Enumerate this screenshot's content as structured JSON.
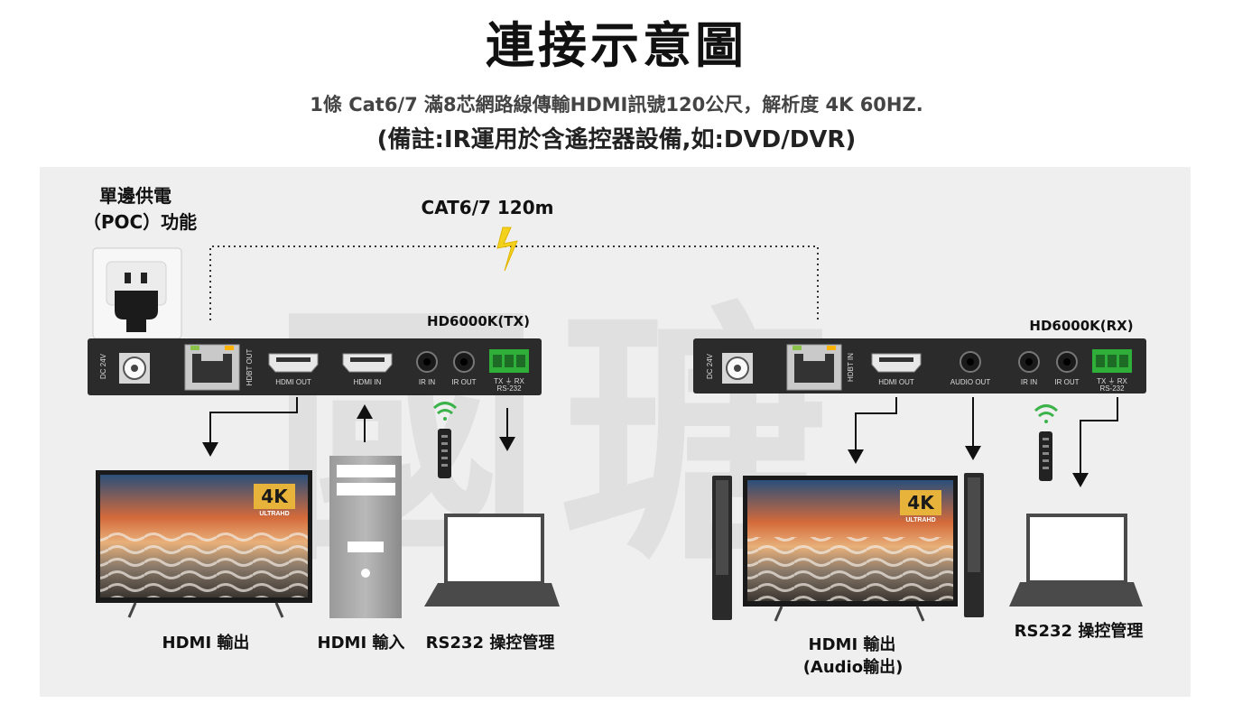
{
  "header": {
    "title": "連接示意圖",
    "subtitle_line1": "1條 Cat6/7 滿8芯網路線傳輸HDMI訊號120公尺，解析度 4K 60HZ.",
    "subtitle_line2": "(備註:IR運用於含遙控器設備,如:DVD/DVR)"
  },
  "diagram": {
    "watermark": "國瑭",
    "poc_line1": "單邊供電",
    "poc_line2": "（POC）功能",
    "cable_label": "CAT6/7 120m",
    "tx": {
      "model": "HD6000K(TX)",
      "dc": "DC 24V",
      "hdbt": "HDBT OUT",
      "hdmi_out": "HDMI OUT",
      "hdmi_in": "HDMI IN",
      "ir_in": "IR IN",
      "ir_out": "IR OUT",
      "rs_pins": "TX  ⏚  RX",
      "rs_label": "RS-232"
    },
    "rx": {
      "model": "HD6000K(RX)",
      "dc": "DC 24V",
      "hdbt": "HDBT IN",
      "hdmi_out": "HDMI OUT",
      "audio_out": "AUDIO OUT",
      "ir_in": "IR IN",
      "ir_out": "IR OUT",
      "rs_pins": "TX  ⏚  RX",
      "rs_label": "RS-232"
    },
    "tv_badge_4k": "4K",
    "tv_badge_ultra": "ULTRAHD",
    "labels": {
      "tx_hdmi_out": "HDMI 輸出",
      "tx_hdmi_in": "HDMI 輸入",
      "tx_rs232": "RS232 操控管理",
      "rx_hdmi_out": "HDMI 輸出",
      "rx_audio": "(Audio輸出)",
      "rx_rs232": "RS232 操控管理"
    },
    "colors": {
      "panel_bg": "#efefef",
      "device_body": "#2b2b2b",
      "terminal_green": "#2fae3a",
      "lightning": "#f3d21e",
      "wifi_green": "#3cb34a",
      "watermark": "#d4d4d4"
    },
    "icons": [
      "power-socket-icon",
      "lightning-icon",
      "wifi-signal-icon",
      "remote-control-icon",
      "arrow-down-icon",
      "arrow-up-icon"
    ]
  }
}
